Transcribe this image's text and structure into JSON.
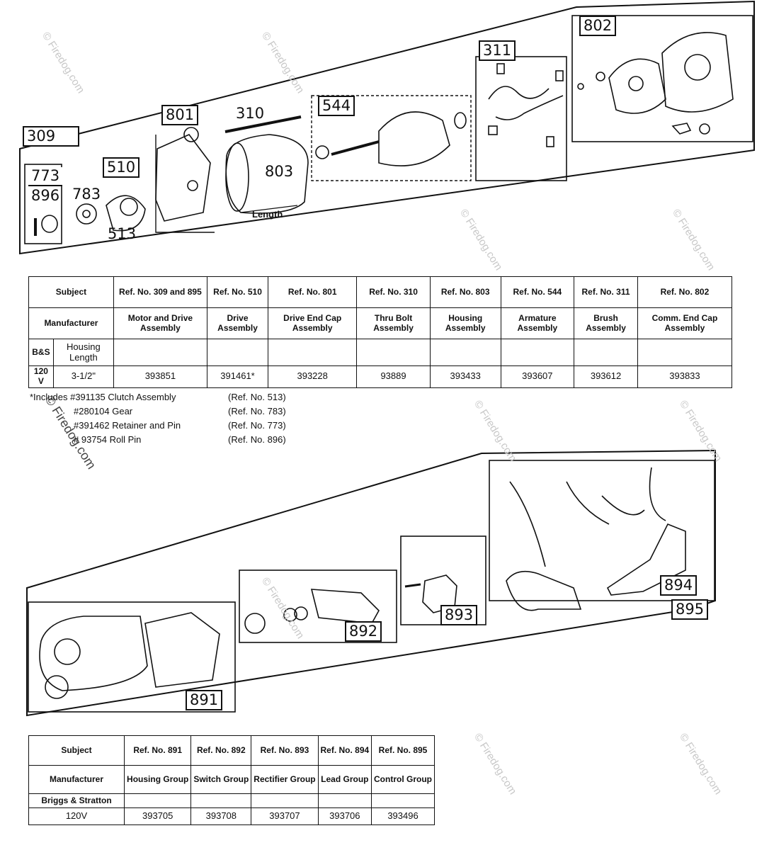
{
  "watermark": "© Firedog.com",
  "top_callouts": {
    "c309": "309",
    "c773": "773",
    "c896": "896",
    "c783": "783",
    "c510": "510",
    "c513": "513",
    "c801": "801",
    "c310": "310",
    "c803": "803",
    "c544": "544",
    "c311": "311",
    "c802": "802",
    "length": "Length"
  },
  "table1": {
    "subject": "Subject",
    "manufacturer": "Manufacturer",
    "bs": "B&S",
    "housing_length": "Housing Length",
    "refs": [
      "Ref. No. 309 and 895",
      "Ref. No. 510",
      "Ref. No. 801",
      "Ref. No. 310",
      "Ref. No. 803",
      "Ref. No. 544",
      "Ref. No. 311",
      "Ref. No. 802"
    ],
    "names": [
      "Motor and Drive Assembly",
      "Drive Assembly",
      "Drive End Cap Assembly",
      "Thru Bolt Assembly",
      "Housing Assembly",
      "Armature Assembly",
      "Brush Assembly",
      "Comm. End Cap Assembly"
    ],
    "voltage": "120 V",
    "length": "3-1/2\"",
    "parts": [
      "393851",
      "391461*",
      "393228",
      "93889",
      "393433",
      "393607",
      "393612",
      "393833"
    ]
  },
  "notes": [
    {
      "text": "*Includes #391135 Clutch Assembly",
      "ref": "(Ref. No. 513)"
    },
    {
      "text": "#280104 Gear",
      "ref": "(Ref. No. 783)"
    },
    {
      "text": "#391462 Retainer and Pin",
      "ref": "(Ref. No. 773)"
    },
    {
      "text": "# 93754 Roll Pin",
      "ref": "(Ref. No. 896)"
    }
  ],
  "bottom_callouts": {
    "c891": "891",
    "c892": "892",
    "c893": "893",
    "c894": "894",
    "c895": "895"
  },
  "table2": {
    "subject": "Subject",
    "manufacturer": "Manufacturer",
    "brand": "Briggs & Stratton",
    "voltage": "120V",
    "refs": [
      "Ref. No. 891",
      "Ref. No. 892",
      "Ref. No. 893",
      "Ref. No. 894",
      "Ref. No. 895"
    ],
    "names": [
      "Housing Group",
      "Switch Group",
      "Rectifier Group",
      "Lead Group",
      "Control Group"
    ],
    "parts": [
      "393705",
      "393708",
      "393707",
      "393706",
      "393496"
    ]
  }
}
